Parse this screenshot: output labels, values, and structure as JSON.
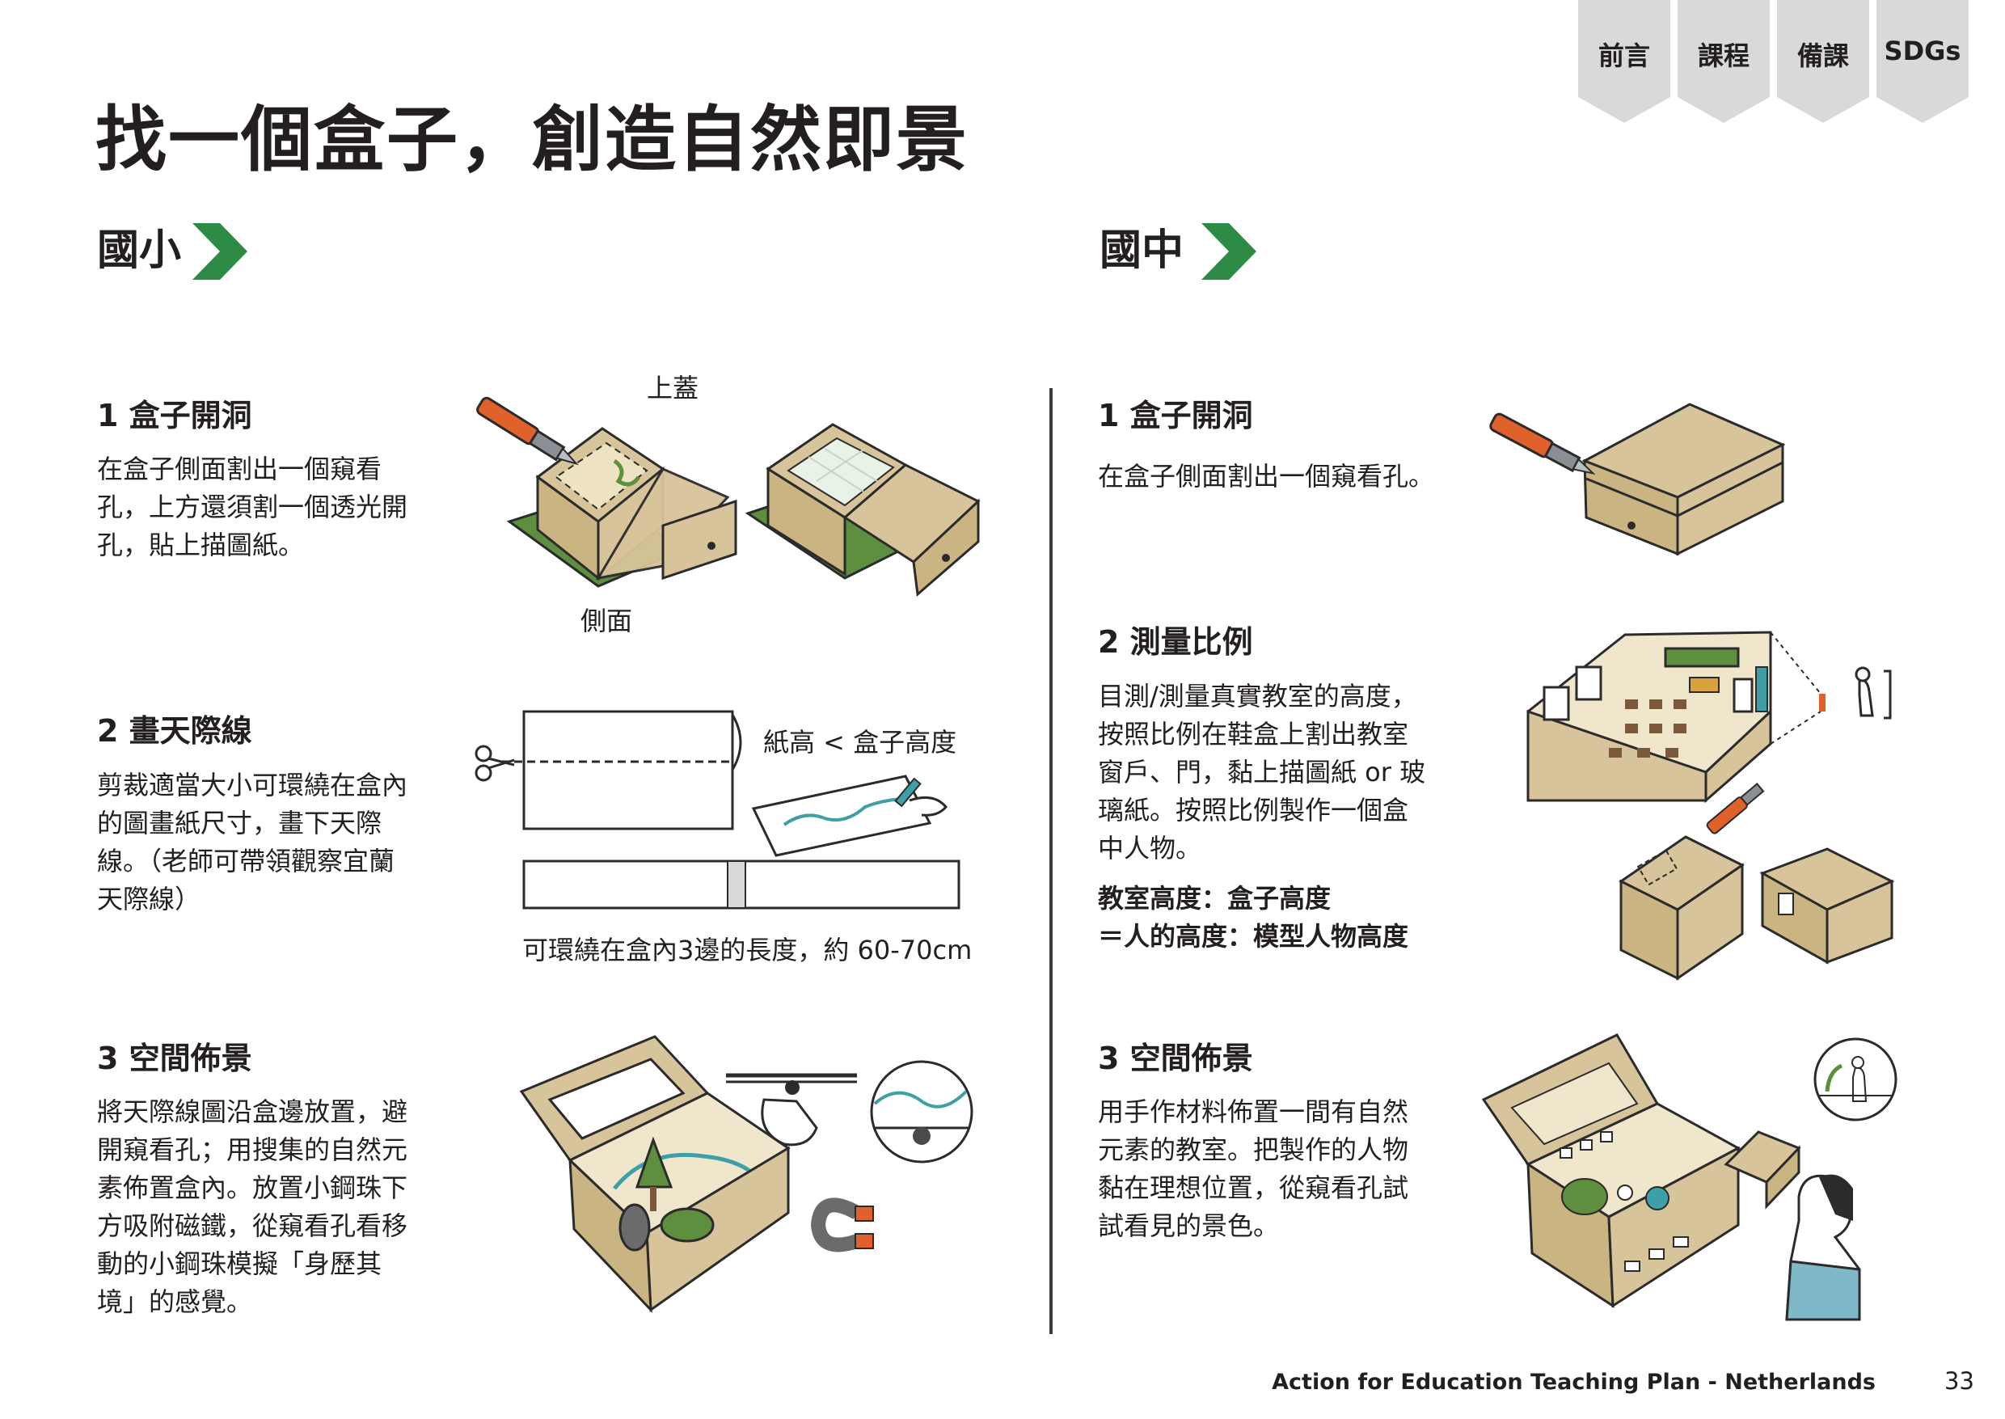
{
  "nav": {
    "tabs": [
      "前言",
      "課程",
      "備課",
      "SDGs"
    ]
  },
  "title": "找一個盒子，創造自然即景",
  "columns": {
    "left": {
      "heading": "國小",
      "steps": [
        {
          "title": "1 盒子開洞",
          "body": "在盒子側面割出一個窺看\n孔，上方還須割一個透光開\n孔，貼上描圖紙。"
        },
        {
          "title": "2 畫天際線",
          "body": "剪裁適當大小可環繞在盒內\n的圖畫紙尺寸，畫下天際\n線。（老師可帶領觀察宜蘭\n天際線）"
        },
        {
          "title": "3 空間佈景",
          "body": "將天際線圖沿盒邊放置，避\n開窺看孔；用搜集的自然元\n素佈置盒內。放置小鋼珠下\n方吸附磁鐵，從窺看孔看移\n動的小鋼珠模擬「身歷其\n境」的感覺。"
        }
      ],
      "labels": {
        "lid": "上蓋",
        "side": "側面",
        "paper_height": "紙高 < 盒子高度",
        "length_note": "可環繞在盒內3邊的長度，約 60-70cm"
      }
    },
    "right": {
      "heading": "國中",
      "steps": [
        {
          "title": "1 盒子開洞",
          "body": "在盒子側面割出一個窺看孔。"
        },
        {
          "title": "2 測量比例",
          "body": "目測/測量真實教室的高度，\n按照比例在鞋盒上割出教室\n窗戶、門，黏上描圖紙 or 玻\n璃紙。按照比例製作一個盒\n中人物。",
          "formula_line1": "教室高度：盒子高度",
          "formula_line2": "＝人的高度：模型人物高度"
        },
        {
          "title": "3 空間佈景",
          "body": "用手作材料佈置一間有自然\n元素的教室。把製作的人物\n黏在理想位置，從窺看孔試\n試看見的景色。"
        }
      ]
    }
  },
  "footer": {
    "text": "Action for Education Teaching Plan - Netherlands",
    "page": "33"
  },
  "colors": {
    "accent_green": "#2e8b46",
    "tab_gray": "#d9d9d9",
    "box_tan": "#d8c49a",
    "box_stroke": "#2b2b2b",
    "illus_green": "#5e8f3e",
    "illus_teal": "#3f9fa8",
    "illus_orange": "#e0622a"
  }
}
